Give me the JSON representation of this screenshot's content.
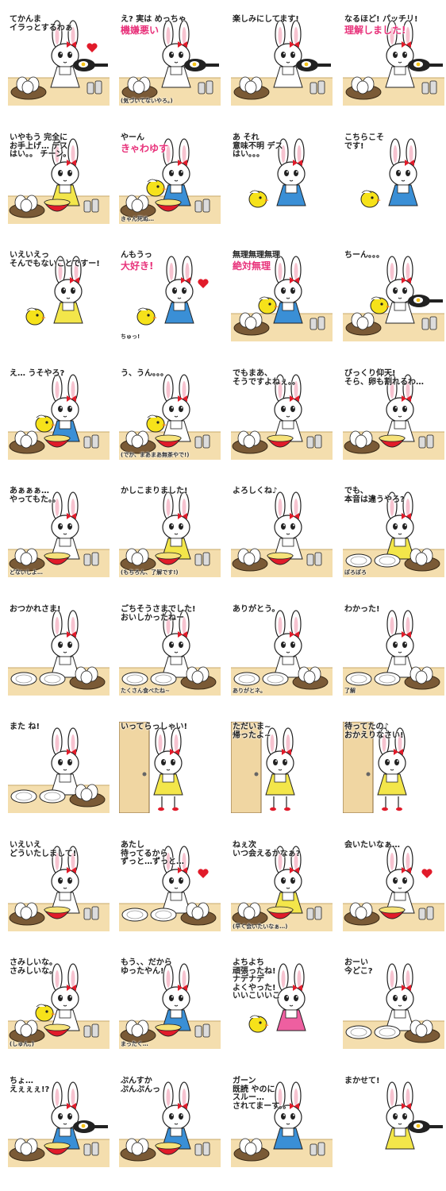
{
  "colors": {
    "counter": "#f4deae",
    "counter_edge": "#c9a96a",
    "door": "#f0d6a2",
    "door_edge": "#8a6a3a",
    "dress_blue": "#3a8fd6",
    "dress_yellow": "#f3e64a",
    "chick": "#f6e21a",
    "accent_red": "#e11b2a",
    "accent_pink": "#e8317a",
    "accent_blue": "#2a72c4",
    "accent_green": "#2f9a3a"
  },
  "stickers": [
    {
      "top": "てかんま\nイラっとするわぁ",
      "hl": "",
      "bot": "",
      "scene": "kitchen",
      "dress": "none",
      "chick": false,
      "heart": true,
      "pan": true,
      "door": false
    },
    {
      "top": "え? 実は めっちゃ",
      "hl": "機嫌悪い",
      "bot": "(気づいてないやろ。)",
      "scene": "kitchen",
      "dress": "none",
      "chick": false,
      "heart": false,
      "pan": true,
      "door": false
    },
    {
      "top": "楽しみにしてます!",
      "hl": "",
      "bot": "",
      "scene": "kitchen",
      "dress": "none",
      "chick": false,
      "heart": false,
      "pan": true,
      "door": false
    },
    {
      "top": "なるほど! パッチリ!",
      "hl": "理解しました!",
      "bot": "",
      "scene": "kitchen",
      "dress": "none",
      "chick": false,
      "heart": false,
      "pan": true,
      "door": false
    },
    {
      "top": "いやもう 完全に\nお手上げ… デス\nはい。。 チーン。",
      "hl": "",
      "bot": "",
      "scene": "eggs",
      "dress": "yellow",
      "chick": false,
      "heart": false,
      "pan": false,
      "door": false
    },
    {
      "top": "やーん",
      "hl": "きゃわゆす",
      "bot": "きゃん死ぬ…",
      "scene": "eggs",
      "dress": "blue",
      "chick": true,
      "heart": false,
      "pan": false,
      "door": false
    },
    {
      "top": "あ それ\n意味不明 デス\nはい。。。",
      "hl": "",
      "bot": "",
      "scene": "plain",
      "dress": "blue",
      "chick": true,
      "heart": false,
      "pan": false,
      "door": false
    },
    {
      "top": "こちらこそ\nです!",
      "hl": "",
      "bot": "",
      "scene": "plain",
      "dress": "blue",
      "chick": true,
      "heart": false,
      "pan": false,
      "door": false
    },
    {
      "top": "いえいえっ\nそんでもないことですー!",
      "hl": "",
      "bot": "",
      "scene": "plain",
      "dress": "yellow",
      "chick": true,
      "heart": false,
      "pan": false,
      "door": false
    },
    {
      "top": "んもうっ",
      "hl": "大好き!",
      "bot": "ちゅっ!",
      "scene": "plain",
      "dress": "blue",
      "chick": true,
      "heart": true,
      "pan": false,
      "door": false
    },
    {
      "top": "無理無理無理",
      "hl": "絶対無理",
      "bot": "",
      "scene": "kitchen",
      "dress": "blue",
      "chick": true,
      "heart": false,
      "pan": false,
      "door": false
    },
    {
      "top": "ちーん。。。",
      "hl": "",
      "bot": "",
      "scene": "kitchen",
      "dress": "none",
      "chick": true,
      "heart": false,
      "pan": true,
      "door": false
    },
    {
      "top": "え… うそやろ?",
      "hl": "",
      "bot": "",
      "scene": "eggs",
      "dress": "blue",
      "chick": true,
      "heart": false,
      "pan": false,
      "door": false
    },
    {
      "top": "う、うん。。。",
      "hl": "",
      "bot": "(でか、まあまあ無茶やで!)",
      "scene": "eggs",
      "dress": "none",
      "chick": true,
      "heart": false,
      "pan": false,
      "door": false
    },
    {
      "top": "でもまあ、\nそうですよねぇ。。",
      "hl": "",
      "bot": "",
      "scene": "eggs",
      "dress": "none",
      "chick": false,
      "heart": false,
      "pan": false,
      "door": false
    },
    {
      "top": "びっくり仰天!\nそら、卵も割れるわ…",
      "hl": "",
      "bot": "",
      "scene": "eggs",
      "dress": "none",
      "chick": false,
      "heart": false,
      "pan": false,
      "door": false
    },
    {
      "top": "あぁぁぁ…\nやってもた。。",
      "hl": "",
      "bot": "どないしよ…",
      "scene": "eggs",
      "dress": "none",
      "chick": false,
      "heart": false,
      "pan": false,
      "door": false
    },
    {
      "top": "かしこまりました!",
      "hl": "",
      "bot": "(もちろん、了解です!)",
      "scene": "eggs",
      "dress": "yellow",
      "chick": false,
      "heart": false,
      "pan": false,
      "door": false
    },
    {
      "top": "よろしくね♪",
      "hl": "",
      "bot": "",
      "scene": "eggs",
      "dress": "none",
      "chick": false,
      "heart": false,
      "pan": false,
      "door": false
    },
    {
      "top": "でも、\n本音は違うやろ?",
      "hl": "",
      "bot": "ぽろぽろ",
      "scene": "plates",
      "dress": "yellow",
      "chick": false,
      "heart": false,
      "pan": false,
      "door": false
    },
    {
      "top": "おつかれさま!",
      "hl": "",
      "bot": "",
      "scene": "plates",
      "dress": "none",
      "chick": false,
      "heart": false,
      "pan": false,
      "door": false
    },
    {
      "top": "ごちそうさまでした!\nおいしかったねー",
      "hl": "",
      "bot": "たくさん食べたね~",
      "scene": "plates",
      "dress": "none",
      "chick": false,
      "heart": false,
      "pan": false,
      "door": false
    },
    {
      "top": "ありがとう。",
      "hl": "",
      "bot": "ありがとネ。",
      "scene": "plates",
      "dress": "none",
      "chick": false,
      "heart": false,
      "pan": false,
      "door": false
    },
    {
      "top": "わかった!",
      "hl": "",
      "bot": "了解",
      "scene": "plates",
      "dress": "none",
      "chick": false,
      "heart": false,
      "pan": false,
      "door": false
    },
    {
      "top": "また ね!",
      "hl": "",
      "bot": "",
      "scene": "plates",
      "dress": "none",
      "chick": false,
      "heart": false,
      "pan": false,
      "door": false
    },
    {
      "top": "いってらっしゃい!",
      "hl": "",
      "bot": "",
      "scene": "door",
      "dress": "yellow",
      "chick": false,
      "heart": false,
      "pan": false,
      "door": true
    },
    {
      "top": "ただいま~\n帰ったよ~",
      "hl": "",
      "bot": "",
      "scene": "door",
      "dress": "yellow",
      "chick": false,
      "heart": false,
      "pan": false,
      "door": true
    },
    {
      "top": "待ってたの♪\nおかえりなさい!",
      "hl": "",
      "bot": "",
      "scene": "door",
      "dress": "yellow",
      "chick": false,
      "heart": false,
      "pan": false,
      "door": true
    },
    {
      "top": "いえいえ\nどういたしまして!",
      "hl": "",
      "bot": "",
      "scene": "eggs",
      "dress": "none",
      "chick": false,
      "heart": false,
      "pan": false,
      "door": false
    },
    {
      "top": "あたし\n待ってるから\nずっと…ずっと…",
      "hl": "",
      "bot": "",
      "scene": "plates",
      "dress": "none",
      "chick": false,
      "heart": true,
      "pan": false,
      "door": false
    },
    {
      "top": "ねぇ次\nいつ会えるかなぁ?",
      "hl": "",
      "bot": "(早く会いたいなぁ…)",
      "scene": "eggs",
      "dress": "yellow",
      "chick": false,
      "heart": false,
      "pan": false,
      "door": false
    },
    {
      "top": "会いたいなぁ…",
      "hl": "",
      "bot": "",
      "scene": "eggs",
      "dress": "none",
      "chick": false,
      "heart": true,
      "pan": false,
      "door": false
    },
    {
      "top": "さみしいな。\nさみしいな。",
      "hl": "",
      "bot": "(しゅん。)",
      "scene": "eggs",
      "dress": "none",
      "chick": true,
      "heart": false,
      "pan": false,
      "door": false
    },
    {
      "top": "もう、、だから\nゆったやん!",
      "hl": "",
      "bot": "まったく…",
      "scene": "eggs",
      "dress": "blue",
      "chick": false,
      "heart": false,
      "pan": false,
      "door": false
    },
    {
      "top": "よちよち\n頑張ったね!\nナデナデ\nよくやった!\nいいこいいこ",
      "hl": "",
      "bot": "",
      "scene": "plain",
      "dress": "pink",
      "chick": true,
      "heart": false,
      "pan": false,
      "door": false
    },
    {
      "top": "おーい\n今どこ?",
      "hl": "",
      "bot": "",
      "scene": "plates",
      "dress": "none",
      "chick": false,
      "heart": false,
      "pan": false,
      "door": false
    },
    {
      "top": "ちょ…\nえぇぇぇ!?",
      "hl": "",
      "bot": "",
      "scene": "eggs",
      "dress": "blue",
      "chick": false,
      "heart": false,
      "pan": true,
      "door": false
    },
    {
      "top": "ぷんすか\nぷんぷんっ",
      "hl": "",
      "bot": "",
      "scene": "eggs",
      "dress": "blue",
      "chick": false,
      "heart": false,
      "pan": false,
      "door": false
    },
    {
      "top": "ガーン\n既読 やのに\nスルー…\nされてまーす。。",
      "hl": "",
      "bot": "",
      "scene": "kitchen",
      "dress": "blue",
      "chick": false,
      "heart": false,
      "pan": false,
      "door": false
    },
    {
      "top": "まかせて!",
      "hl": "",
      "bot": "",
      "scene": "plain",
      "dress": "yellow",
      "chick": false,
      "heart": false,
      "pan": true,
      "door": false
    }
  ]
}
